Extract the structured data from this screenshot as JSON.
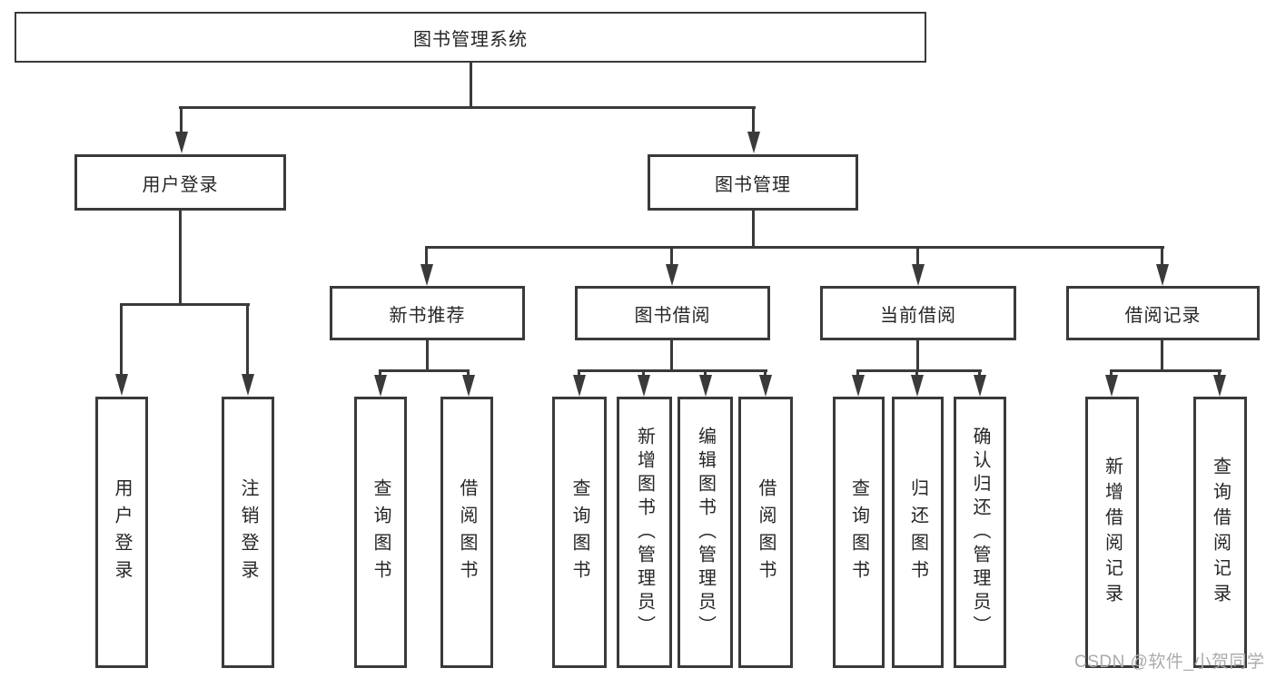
{
  "colors": {
    "line": "#3a3a3a",
    "box_fill": "#ffffff",
    "text": "#262626",
    "watermark": "#ababab",
    "background": "#ffffff"
  },
  "diagram": {
    "title": "图书管理系统",
    "level2": {
      "user_login": "用户登录",
      "book_management": "图书管理"
    },
    "level3": {
      "new_book_recommend": "新书推荐",
      "book_borrowing": "图书借阅",
      "current_borrowing": "当前借阅",
      "borrowing_records": "借阅记录"
    },
    "leaves": {
      "user_login": "用户登录",
      "logout": "注销登录",
      "recommend_query_books": "查询图书",
      "recommend_borrow_books": "借阅图书",
      "borrowing_query_books": "查询图书",
      "borrowing_add_books": "新增图书（管理员）",
      "borrowing_edit_books": "编辑图书（管理员）",
      "borrowing_borrow_books": "借阅图书",
      "current_query_books": "查询图书",
      "current_return_books": "归还图书",
      "current_confirm_return": "确认归还（管理员）",
      "records_add_record": "新增借阅记录",
      "records_query_record": "查询借阅记录"
    }
  },
  "watermark": {
    "text": "CSDN @软件_小贺同学"
  }
}
